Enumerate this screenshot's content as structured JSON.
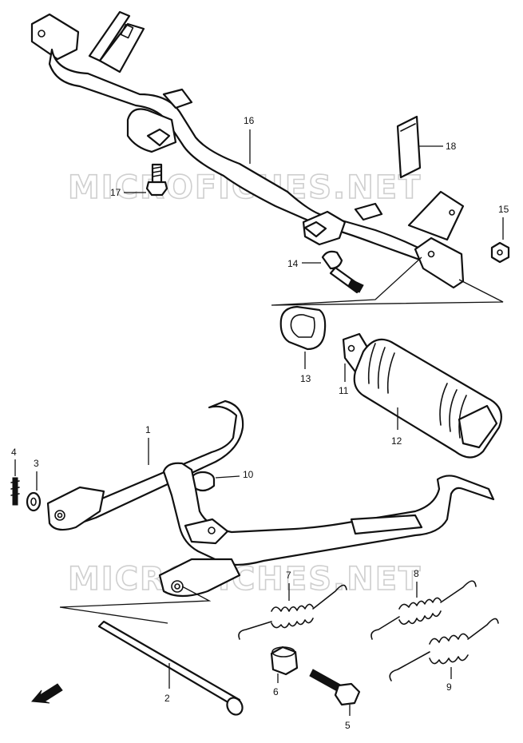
{
  "watermark": "MICROFICHES.NET",
  "callouts": {
    "c1": "1",
    "c2": "2",
    "c3": "3",
    "c4": "4",
    "c5": "5",
    "c6": "6",
    "c7": "7",
    "c8": "8",
    "c9": "9",
    "c10": "10",
    "c11": "11",
    "c12": "12",
    "c13": "13",
    "c14": "14",
    "c15": "15",
    "c16": "16",
    "c17": "17",
    "c18": "18"
  },
  "icons": {
    "front_arrow": "arrow-down-left-icon"
  },
  "colors": {
    "line": "#111111",
    "watermark": "#cfcfcf"
  }
}
